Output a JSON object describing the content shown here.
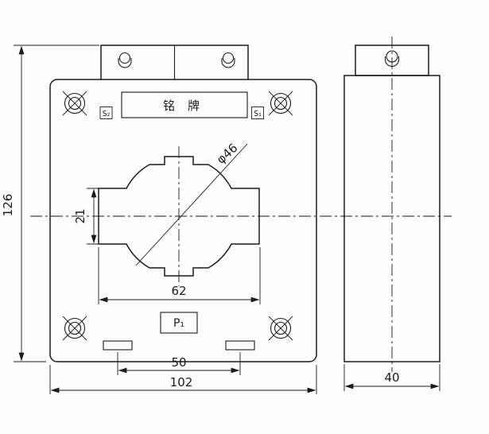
{
  "front_view": {
    "nameplate_label": "铭牌",
    "secondary_terminal_left": "S₂",
    "secondary_terminal_right": "S₁",
    "primary_terminal": "P₁",
    "dimensions": {
      "overall_height": "126",
      "window_slot_height": "21",
      "window_width": "62",
      "mounting_slot_spacing": "50",
      "overall_width": "102",
      "window_diameter": "φ46"
    }
  },
  "side_view": {
    "dimensions": {
      "depth": "40"
    }
  }
}
